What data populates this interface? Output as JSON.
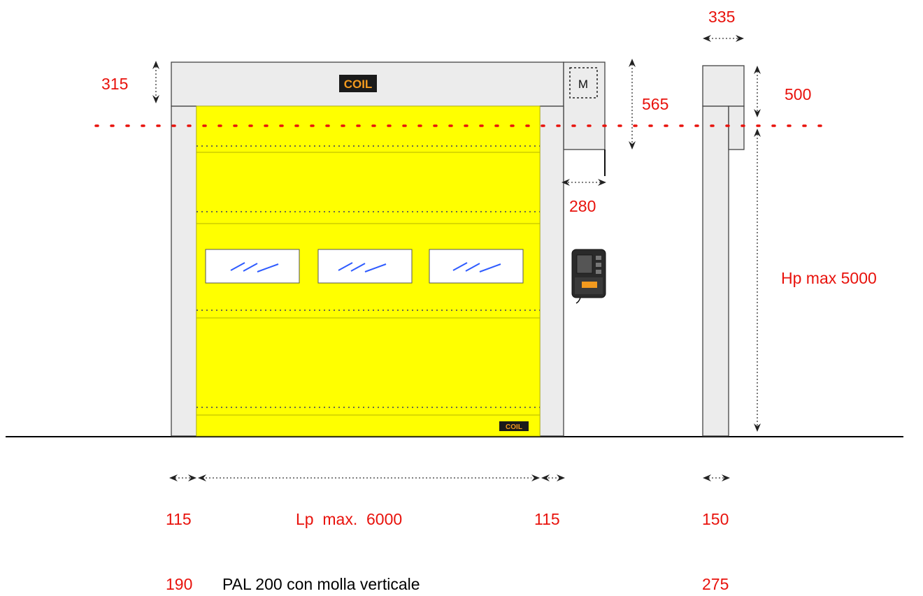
{
  "brand": {
    "logo_text": "COIL"
  },
  "motor_label": "M",
  "dimensions": {
    "top_box_height": "315",
    "motor_box_height": "565",
    "side_top_width": "335",
    "side_top_height": "500",
    "motor_offset": "280",
    "height_max": "Hp max 5000",
    "left_column_width": "115",
    "width_max": "Lp  max.  6000",
    "right_column_width": "115",
    "side_column_width": "150"
  },
  "variant": {
    "left_value": "190",
    "name": "PAL 200 con molla verticale",
    "right_value": "275"
  },
  "colors": {
    "curtain": "#ffff00",
    "dimension_text": "#e8120c",
    "frame": "#ececec",
    "window_stroke": "#2e5bff"
  }
}
